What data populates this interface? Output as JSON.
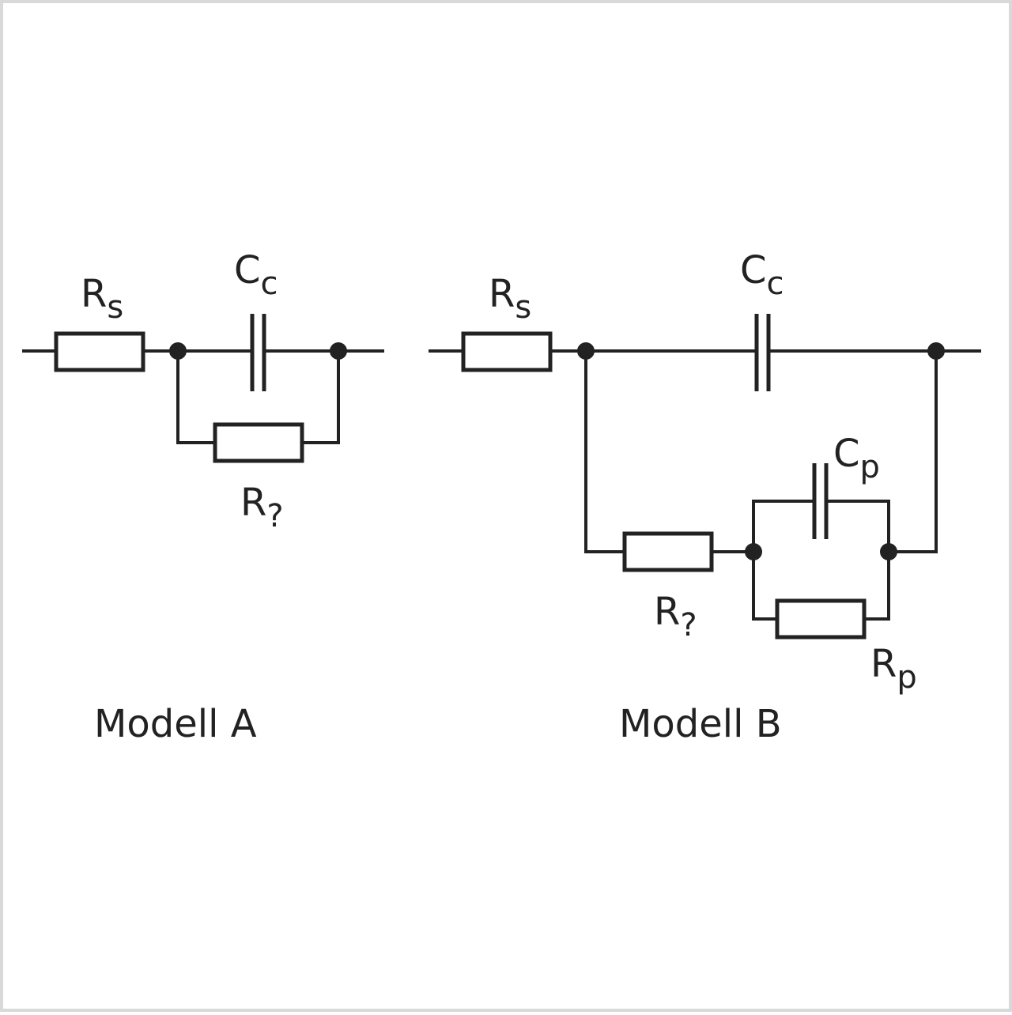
{
  "diagram": {
    "model_a": {
      "caption": "Modell A",
      "labels": {
        "rs": {
          "main": "R",
          "sub": "s"
        },
        "cc": {
          "main": "C",
          "sub": "c"
        },
        "rq": {
          "main": "R",
          "sub": "?"
        }
      }
    },
    "model_b": {
      "caption": "Modell B",
      "labels": {
        "rs": {
          "main": "R",
          "sub": "s"
        },
        "cc": {
          "main": "C",
          "sub": "c"
        },
        "cp": {
          "main": "C",
          "sub": "p"
        },
        "rq": {
          "main": "R",
          "sub": "?"
        },
        "rp": {
          "main": "R",
          "sub": "p"
        }
      }
    }
  }
}
